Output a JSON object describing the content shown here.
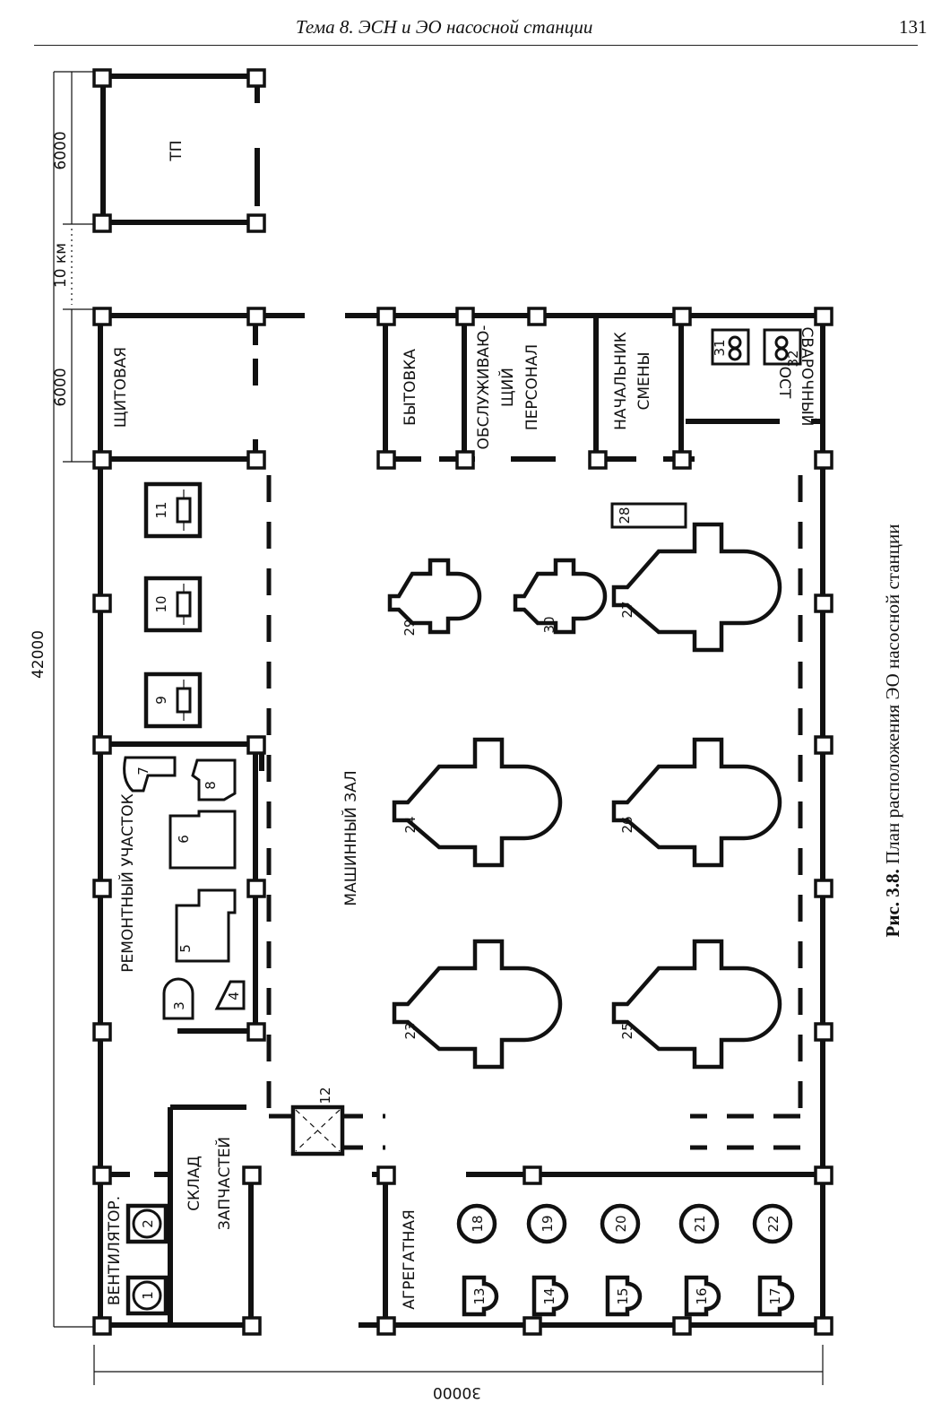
{
  "header": {
    "title": "Тема 8. ЭСН и ЭО насосной станции",
    "page": "131"
  },
  "caption": {
    "bold": "Рис. 3.8.",
    "text": " План расположения ЭО насосной станции"
  },
  "dimensions": {
    "total_length": "42000",
    "total_width": "30000",
    "tp": "6000",
    "shield": "6000",
    "distance": "10 км"
  },
  "rooms": {
    "tp": "ТП",
    "shield": "ЩИТОВАЯ",
    "repair": "РЕМОНТНЫЙ УЧАСТОК",
    "hall": "МАШИННЫЙ ЗАЛ",
    "store_1": "СКЛАД",
    "store_2": "ЗАПЧАСТЕЙ",
    "vent": "ВЕНТИЛЯТОР.",
    "aggr": "АГРЕГАТНАЯ",
    "byt": "БЫТОВКА",
    "staff_1": "ОБСЛУЖИВАЮ-",
    "staff_2": "ЩИЙ",
    "staff_3": "ПЕРСОНАЛ",
    "chief_1": "НАЧАЛЬНИК",
    "chief_2": "СМЕНЫ",
    "weld_1": "СВАРОЧНЫЙ",
    "weld_2": "ПОСТ"
  },
  "equipment": {
    "e1": "1",
    "e2": "2",
    "e3": "3",
    "e4": "4",
    "e5": "5",
    "e6": "6",
    "e7": "7",
    "e8": "8",
    "e9": "9",
    "e10": "10",
    "e11": "11",
    "e12": "12",
    "e13": "13",
    "e14": "14",
    "e15": "15",
    "e16": "16",
    "e17": "17",
    "e18": "18",
    "e19": "19",
    "e20": "20",
    "e21": "21",
    "e22": "22",
    "e23": "23",
    "e24": "24",
    "e25": "25",
    "e26": "26",
    "e27": "27",
    "e28": "28",
    "e29": "29",
    "e30": "30",
    "e31": "31",
    "e32": "32"
  }
}
